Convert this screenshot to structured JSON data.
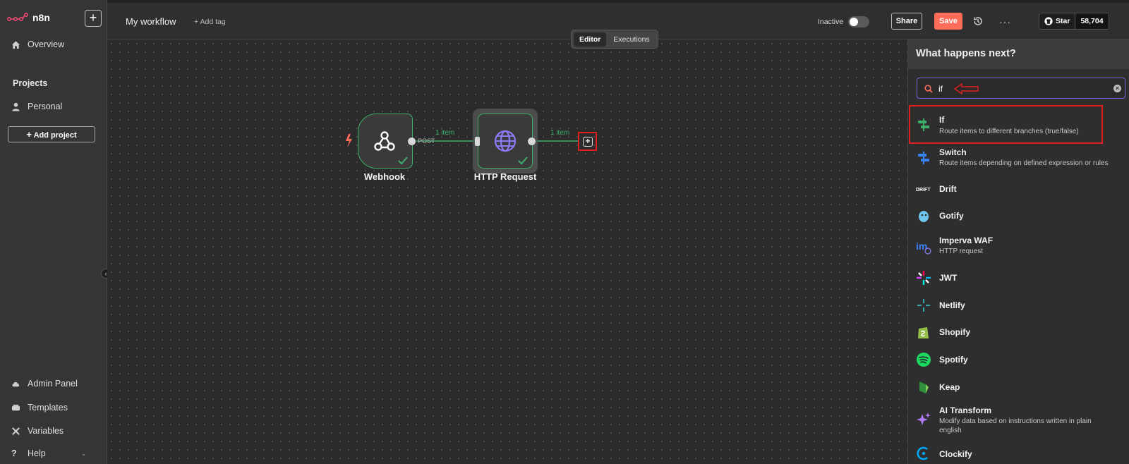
{
  "app": {
    "logo_text": "n8n",
    "workflow_name": "My workflow",
    "add_tag": "+ Add tag"
  },
  "sidebar": {
    "new_button": "+",
    "overview": "Overview",
    "projects_title": "Projects",
    "personal": "Personal",
    "add_project": "Add project",
    "admin_panel": "Admin Panel",
    "templates": "Templates",
    "variables": "Variables",
    "help": "Help"
  },
  "header": {
    "inactive_label": "Inactive",
    "share": "Share",
    "save": "Save",
    "more": "···",
    "github_star": "Star",
    "github_count": "58,704"
  },
  "tabs": {
    "editor": "Editor",
    "executions": "Executions"
  },
  "canvas": {
    "nodes": [
      {
        "name": "Webhook",
        "icon": "webhook-icon"
      },
      {
        "name": "HTTP Request",
        "icon": "globe-icon"
      }
    ],
    "post_label": "POST",
    "conn1_label": "1 item",
    "conn2_label": "1 item",
    "add_node": "+"
  },
  "panel": {
    "title": "What happens next?",
    "search_value": "if",
    "clear": "×",
    "items": [
      {
        "title": "If",
        "desc": "Route items to different branches (true/false)",
        "icon": "if-icon"
      },
      {
        "title": "Switch",
        "desc": "Route items depending on defined expression or rules",
        "icon": "switch-icon"
      },
      {
        "title": "Drift",
        "desc": "",
        "icon": "drift-icon"
      },
      {
        "title": "Gotify",
        "desc": "",
        "icon": "gotify-icon"
      },
      {
        "title": "Imperva WAF",
        "desc": "HTTP request",
        "icon": "imperva-icon"
      },
      {
        "title": "JWT",
        "desc": "",
        "icon": "jwt-icon"
      },
      {
        "title": "Netlify",
        "desc": "",
        "icon": "netlify-icon"
      },
      {
        "title": "Shopify",
        "desc": "",
        "icon": "shopify-icon"
      },
      {
        "title": "Spotify",
        "desc": "",
        "icon": "spotify-icon"
      },
      {
        "title": "Keap",
        "desc": "",
        "icon": "keap-icon"
      },
      {
        "title": "AI Transform",
        "desc": "Modify data based on instructions written in plain",
        "desc2": "english",
        "icon": "ai-transform-icon"
      },
      {
        "title": "Clockify",
        "desc": "",
        "icon": "clockify-icon"
      }
    ]
  },
  "colors": {
    "accent": "#ff6d5a",
    "success": "#3fae6a",
    "highlight": "#e02020",
    "search_border": "#6f6ae0"
  }
}
